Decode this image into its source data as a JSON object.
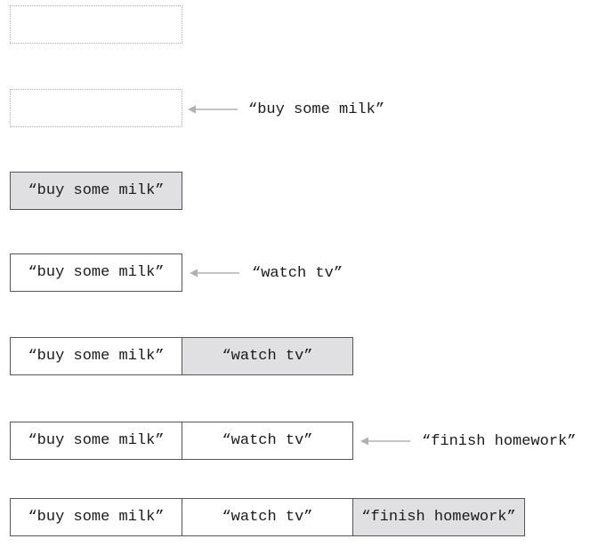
{
  "steps": [
    {
      "cells": [],
      "incoming": ""
    },
    {
      "cells": [],
      "incoming": "“buy some milk”"
    },
    {
      "cells": [
        "“buy some milk”"
      ],
      "incoming": ""
    },
    {
      "cells": [
        "“buy some milk”"
      ],
      "incoming": "“watch tv”"
    },
    {
      "cells": [
        "“buy some milk”",
        "“watch tv”"
      ],
      "incoming": ""
    },
    {
      "cells": [
        "“buy some milk”",
        "“watch tv”"
      ],
      "incoming": "“finish homework”"
    },
    {
      "cells": [
        "“buy some milk”",
        "“watch tv”",
        "“finish homework”"
      ],
      "incoming": ""
    }
  ],
  "colors": {
    "new_cell_fill": "#e0e0e2",
    "arrow": "#b0b0b0",
    "cell_border": "#555555",
    "empty_border": "#a8a8a8"
  }
}
